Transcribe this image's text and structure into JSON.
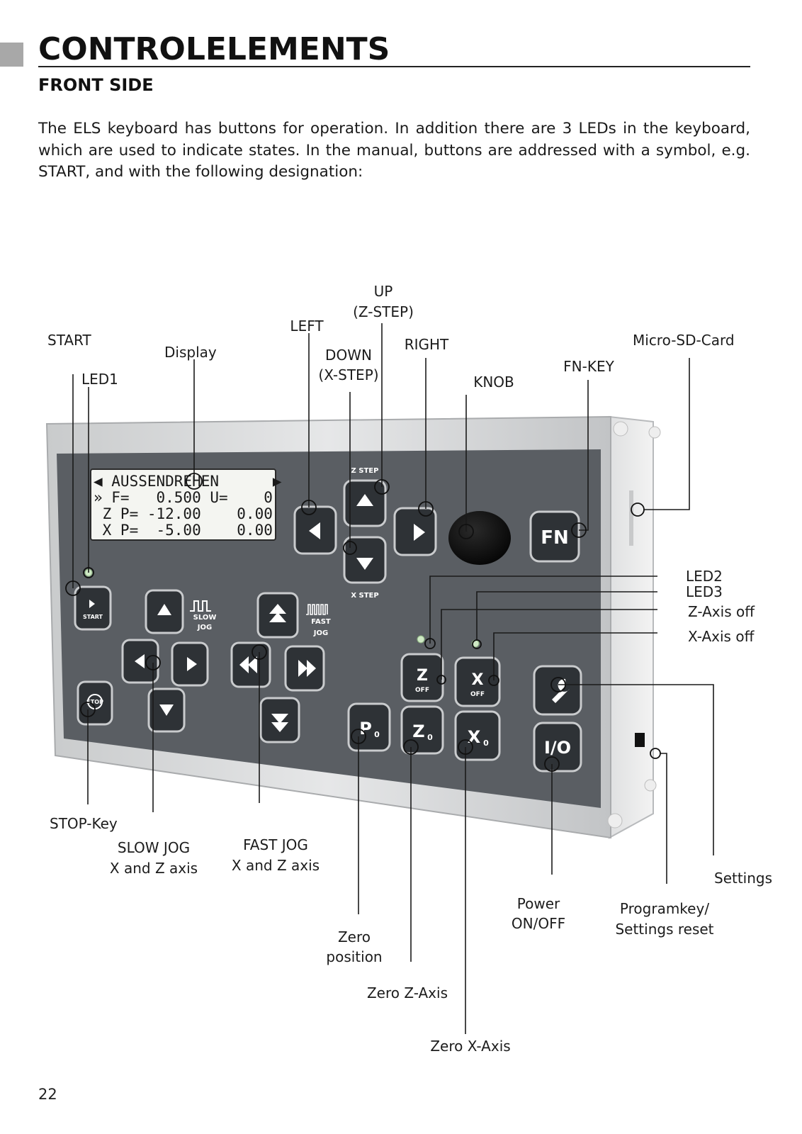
{
  "header": {
    "title": "CONTROLELEMENTS",
    "subtitle": "FRONT SIDE"
  },
  "intro_text": "The ELS keyboard has buttons for operation. In addition there are 3 LEDs in the keyboard, which are used to indicate states. In the manual, buttons are addressed with a symbol, e.g. START, and with the following designation:",
  "labels": {
    "up_line1": "UP",
    "up_line2": "(Z-STEP)",
    "left": "LEFT",
    "start": "START",
    "display": "Display",
    "down_line1": "DOWN",
    "down_line2": "(X-STEP)",
    "right": "RIGHT",
    "micro_sd": "Micro-SD-Card",
    "fn_key": "FN-KEY",
    "led1": "LED1",
    "knob": "KNOB",
    "led2": "LED2",
    "led3": "LED3",
    "z_axis_off": "Z-Axis off",
    "x_axis_off": "X-Axis off",
    "stop_key": "STOP-Key",
    "slow_jog_line1": "SLOW JOG",
    "slow_jog_line2": "X and Z axis",
    "fast_jog_line1": "FAST JOG",
    "fast_jog_line2": "X and Z axis",
    "settings": "Settings",
    "power_line1": "Power",
    "power_line2": "ON/OFF",
    "programkey_line1": "Programkey/",
    "programkey_line2": "Settings reset",
    "zero_pos_line1": "Zero",
    "zero_pos_line2": "position",
    "zero_z": "Zero Z-Axis",
    "zero_x": "Zero X-Axis"
  },
  "device": {
    "lcd_lines": [
      "◀ AUSSENDREHEN      ▶",
      "» F=   0.500 U=    0",
      " Z P= -12.00    0.00",
      " X P=  -5.00    0.00"
    ],
    "key_start": "START",
    "key_stop": "STOP",
    "key_fn": "FN",
    "key_z_step": "Z STEP",
    "key_x_step": "X STEP",
    "slow_jog_caption_1": "SLOW",
    "slow_jog_caption_2": "JOG",
    "fast_jog_caption_1": "FAST",
    "fast_jog_caption_2": "JOG",
    "key_z_off_main": "Z",
    "key_z_off_sub": "OFF",
    "key_x_off_main": "X",
    "key_x_off_sub": "OFF",
    "key_p0": "P",
    "key_z0": "Z",
    "key_x0": "X",
    "zero_sub": "0",
    "key_io": "I/O"
  },
  "colors": {
    "panel": "#5a5e63",
    "housing": "#d9dbdc",
    "key": "#2e3236",
    "lcd": "#f4f5f1"
  },
  "page_number": "22"
}
